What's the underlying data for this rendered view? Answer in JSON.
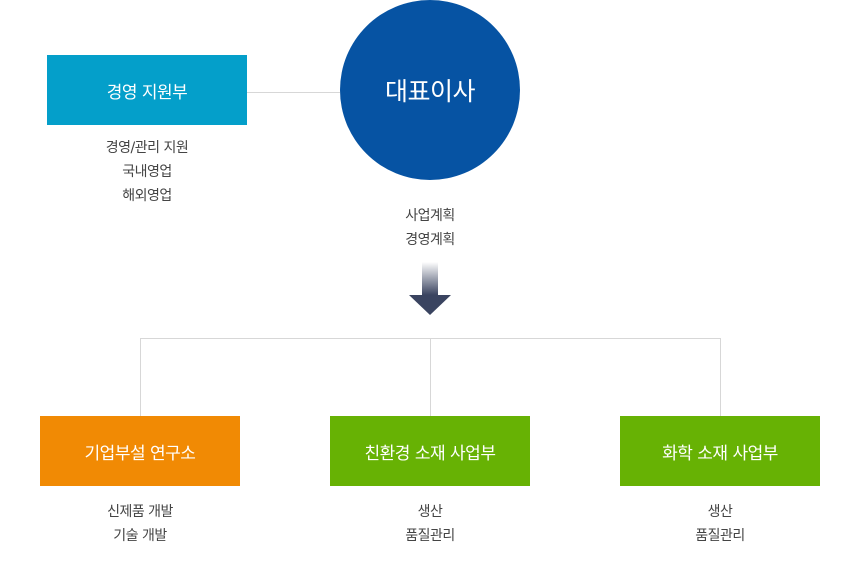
{
  "ceo": {
    "label": "대표이사"
  },
  "management_support": {
    "label": "경영 지원부",
    "duties": [
      "경영/관리 지원",
      "국내영업",
      "해외영업"
    ]
  },
  "ceo_duties": [
    "사업계획",
    "경영계획"
  ],
  "divisions": [
    {
      "label": "기업부설 연구소",
      "duties": [
        "신제품 개발",
        "기술 개발"
      ],
      "color": "#f18a04"
    },
    {
      "label": "친환경 소재 사업부",
      "duties": [
        "생산",
        "품질관리"
      ],
      "color": "#67b204"
    },
    {
      "label": "화학 소재 사업부",
      "duties": [
        "생산",
        "품질관리"
      ],
      "color": "#67b204"
    }
  ],
  "colors": {
    "support_box": "#049fca",
    "ceo_circle": "#0653a3",
    "connector_line": "#d7d7d7",
    "arrow": "#3a4460"
  },
  "icons": {
    "flow_arrow": "down-arrow-icon"
  }
}
